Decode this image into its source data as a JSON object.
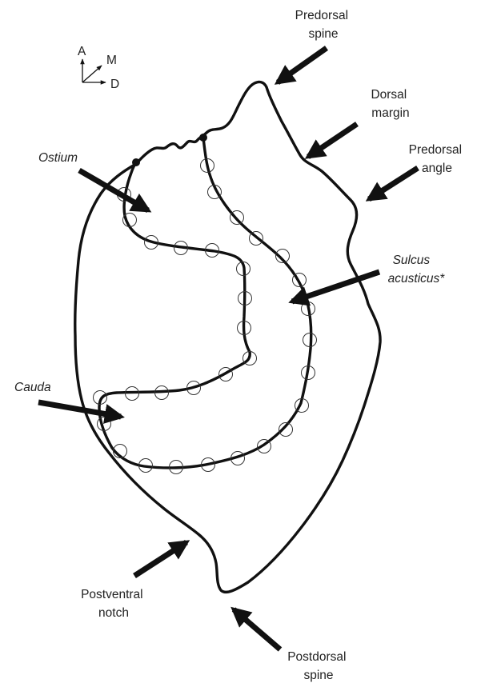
{
  "labels": {
    "predorsal_spine": [
      "Predorsal",
      "spine"
    ],
    "dorsal_margin": [
      "Dorsal",
      "margin"
    ],
    "predorsal_angle": [
      "Predorsal",
      "angle"
    ],
    "ostium": "Ostium",
    "sulcus_acusticus": [
      "Sulcus",
      "acusticus*"
    ],
    "cauda": "Cauda",
    "postventral_notch": [
      "Postventral",
      "notch"
    ],
    "postdorsal_spine": [
      "Postdorsal",
      "spine"
    ]
  },
  "axes": {
    "a": "A",
    "m": "M",
    "d": "D"
  },
  "colors": {
    "ink": "#111111",
    "text": "#222222",
    "background": "#ffffff"
  }
}
